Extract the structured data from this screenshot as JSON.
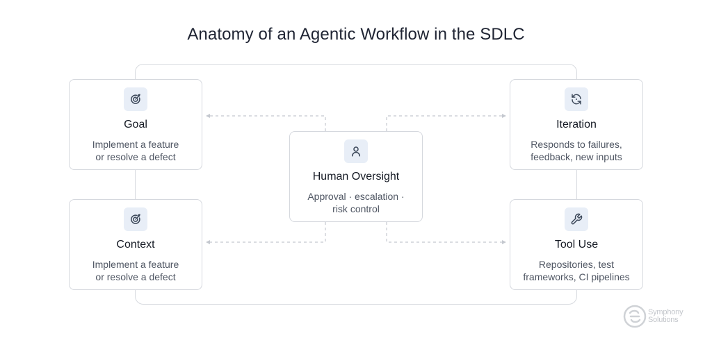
{
  "title": "Anatomy of an Agentic Workflow in the SDLC",
  "cards": {
    "goal": {
      "name": "Goal",
      "desc_line1": "Implement a feature",
      "desc_line2": "or resolve a defect",
      "icon": "target-icon"
    },
    "context": {
      "name": "Context",
      "desc_line1": "Implement a feature",
      "desc_line2": "or resolve a defect",
      "icon": "target-icon"
    },
    "human": {
      "name": "Human Oversight",
      "desc_line1": "Approval · escalation ·",
      "desc_line2": "risk control",
      "icon": "user-icon"
    },
    "iteration": {
      "name": "Iteration",
      "desc_line1": "Responds to failures,",
      "desc_line2": "feedback, new inputs",
      "icon": "refresh-icon"
    },
    "tool": {
      "name": "Tool Use",
      "desc_line1": "Repositories, test",
      "desc_line2": "frameworks, CI pipelines",
      "icon": "wrench-icon"
    }
  },
  "brand": {
    "line1": "Symphony",
    "line2": "Solutions"
  },
  "colors": {
    "accent": "#3a4658",
    "icon_bg": "#e8eef7",
    "border": "#d5d8de",
    "connector": "#c4c8cf"
  }
}
